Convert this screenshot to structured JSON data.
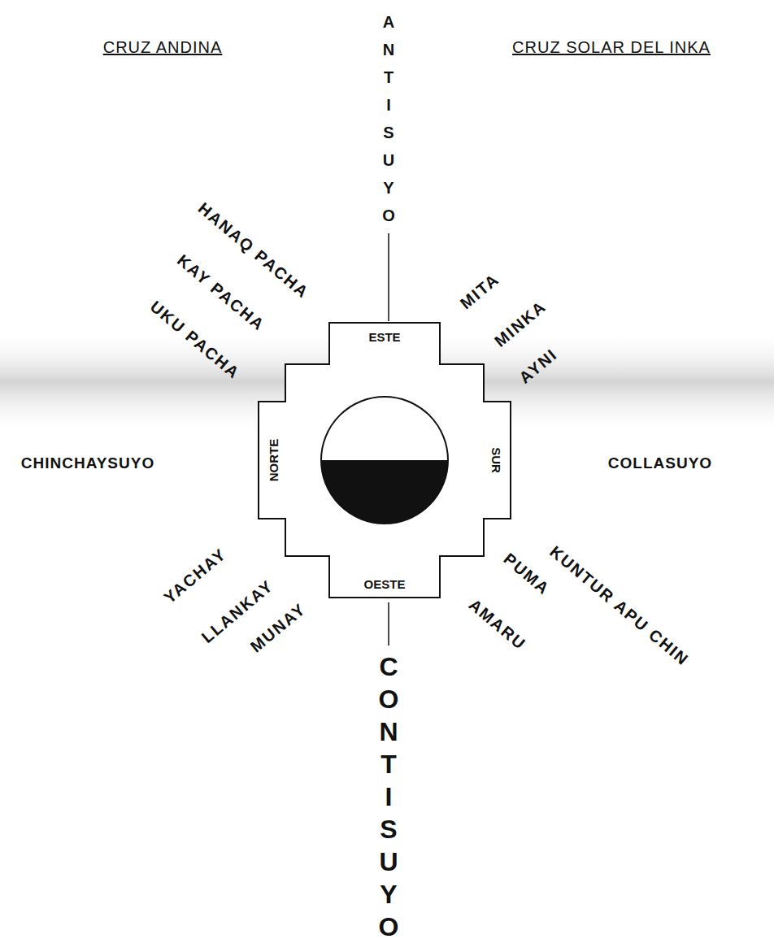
{
  "diagram": {
    "nodes": [
      {
        "text": [
          "ESTE",
          "NORTE",
          "SUR",
          "OESTE"
        ]
      }
    ],
    "labels": [
      "CRUZ ANDINA",
      "CRUZ SOLAR DEL INKA",
      "ANTISUYO",
      "HANAQ PACHA",
      "KAY PACHA",
      "UKU PACHA",
      "MITA",
      "MINKA",
      "AYNI",
      "CHINCHAYSUYO",
      "COLLASUYO",
      "YACHAY",
      "LLANKAY",
      "MUNAY",
      "KUNTUR APU CHIN",
      "PUMA",
      "AMARU",
      "CONTISUYO"
    ]
  }
}
